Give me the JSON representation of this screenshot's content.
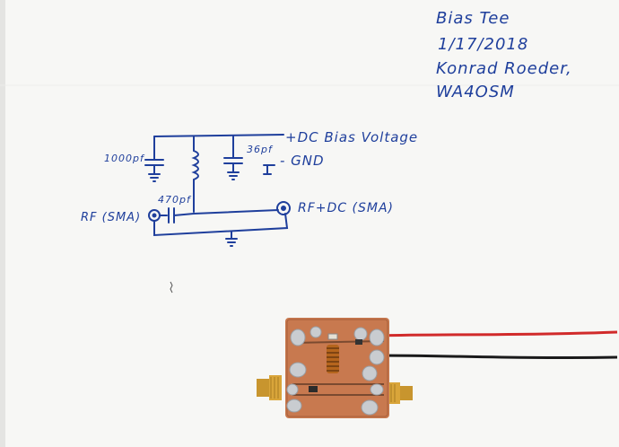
{
  "header": {
    "title": "Bias Tee",
    "date": "1/17/2018",
    "author": "Konrad Roeder,",
    "callsign": "WA4OSM"
  },
  "schematic": {
    "cap_1000": "1000pf",
    "cap_36": "36pf",
    "cap_470": "470pf",
    "dc_bias": "+DC Bias Voltage",
    "gnd": "- GND",
    "rf_in": "RF (SMA)",
    "rf_out": "RF+DC (SMA)"
  },
  "colors": {
    "ink": "#1f3f9c",
    "board": "#c8794f",
    "wire_red": "#d12a2a",
    "wire_black": "#1a1a1a",
    "connector_gold": "#d9a53a",
    "solder": "#c9ccd0"
  }
}
